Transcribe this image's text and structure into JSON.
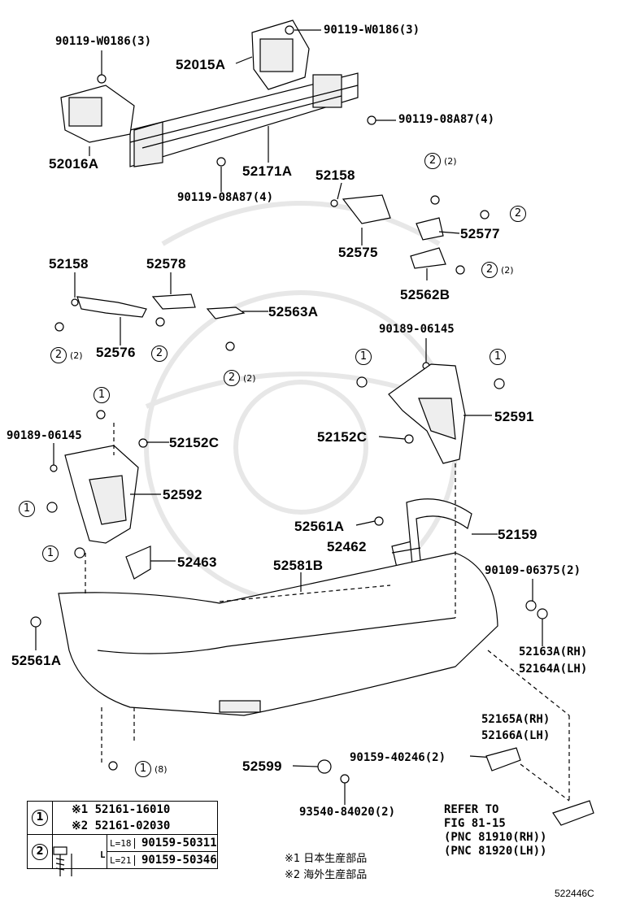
{
  "diagram_id": "522446C",
  "labels": {
    "p90119_w0186_top_right": "90119-W0186(3)",
    "p90119_w0186_top_left": "90119-W0186(3)",
    "p52015a": "52015A",
    "p90119_08a87_right": "90119-08A87(4)",
    "p52016a": "52016A",
    "p52171a": "52171A",
    "p90119_08a87_bottom": "90119-08A87(4)",
    "p52158_upper": "52158",
    "p52575": "52575",
    "p52577": "52577",
    "p52562b": "52562B",
    "p52158_left": "52158",
    "p52578": "52578",
    "p52563a": "52563A",
    "p52576": "52576",
    "p90189_06145_right": "90189-06145",
    "p52591": "52591",
    "p52152c_right": "52152C",
    "p90189_06145_left": "90189-06145",
    "p52152c_left": "52152C",
    "p52592": "52592",
    "p52561a_mid": "52561A",
    "p52159": "52159",
    "p52462": "52462",
    "p52463": "52463",
    "p52581b": "52581B",
    "p90109_06375": "90109-06375(2)",
    "p52561a_left": "52561A",
    "p52163a": "52163A(RH)",
    "p52164a": "52164A(LH)",
    "p52165a": "52165A(RH)",
    "p52166a": "52166A(LH)",
    "p90159_40246": "90159-40246(2)",
    "p52599": "52599",
    "p93540_84020": "93540-84020(2)",
    "refer_1": "REFER TO",
    "refer_2": "FIG 81-15",
    "refer_3": "(PNC 81910(RH))",
    "refer_4": "(PNC 81920(LH))"
  },
  "callouts": {
    "one": "1",
    "two": "2",
    "count_2": "(2)",
    "count_8": "(8)"
  },
  "legend": {
    "row1_mark": "1",
    "row1_line1": "※1 52161-16010",
    "row1_line2": "※2 52161-02030",
    "row2_mark": "2",
    "row2_len1": "L=18",
    "row2_part1": "90159-50311",
    "row2_len2": "L=21",
    "row2_part2": "90159-50346",
    "l_mark": "L"
  },
  "notes": {
    "note1": "※1 日本生産部品",
    "note2": "※2 海外生産部品"
  }
}
